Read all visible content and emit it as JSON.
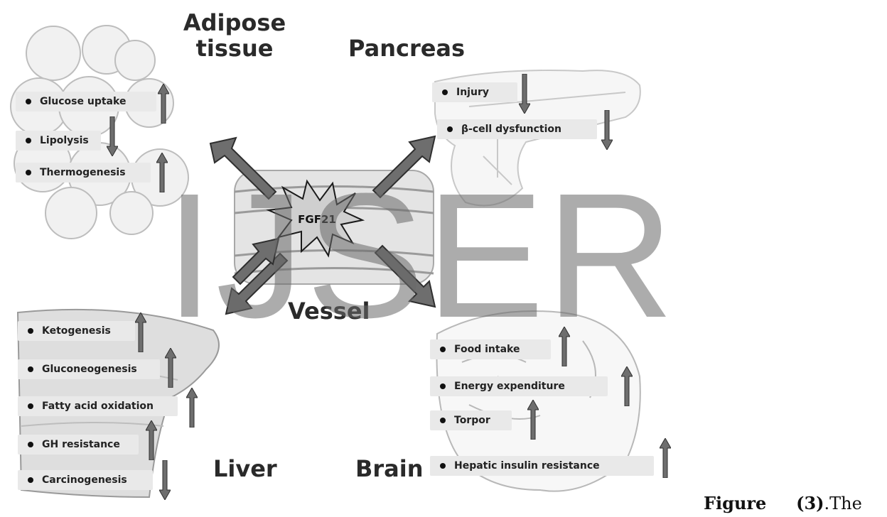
{
  "organs": {
    "adipose": "Adipose tissue",
    "pancreas": "Pancreas",
    "vessel": "Vessel",
    "liver": "Liver",
    "brain": "Brain"
  },
  "center_label": "FGF21",
  "watermark": "IJSER",
  "adipose_items": [
    {
      "label": "Glucose uptake",
      "direction": "up"
    },
    {
      "label": "Lipolysis",
      "direction": "down"
    },
    {
      "label": "Thermogenesis",
      "direction": "up"
    }
  ],
  "pancreas_items": [
    {
      "label": "Injury",
      "direction": "down"
    },
    {
      "label": "β-cell dysfunction",
      "direction": "down"
    }
  ],
  "liver_items": [
    {
      "label": "Ketogenesis",
      "direction": "up"
    },
    {
      "label": "Gluconeogenesis",
      "direction": "up"
    },
    {
      "label": "Fatty acid oxidation",
      "direction": "up"
    },
    {
      "label": "GH resistance",
      "direction": "up"
    },
    {
      "label": "Carcinogenesis",
      "direction": "down"
    }
  ],
  "brain_items": [
    {
      "label": "Food intake",
      "direction": "up"
    },
    {
      "label": "Energy expenditure",
      "direction": "up"
    },
    {
      "label": "Torpor",
      "direction": "up"
    },
    {
      "label": "Hepatic insulin resistance",
      "direction": "up"
    }
  ],
  "caption": {
    "figure": "Figure",
    "number": "(3)",
    "rest": ".The"
  },
  "colors": {
    "arrow": "#6e6e6e",
    "arrow_stroke": "#2f2f2f",
    "item_bg": "#e9e9e9",
    "watermark": "#6a6a6a"
  }
}
